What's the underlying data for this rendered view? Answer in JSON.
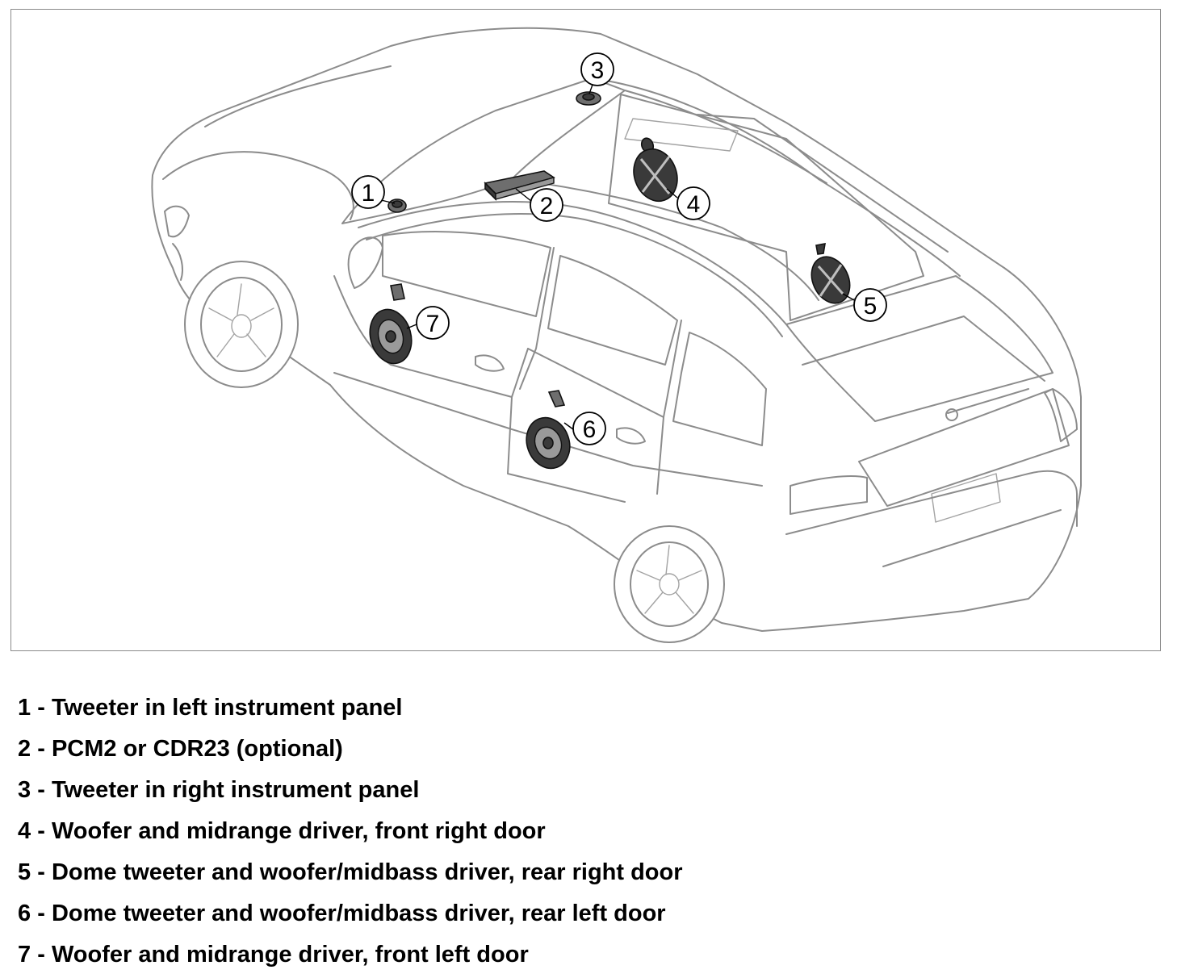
{
  "figure": {
    "callouts": [
      {
        "number": "1",
        "part": "tweeter-left-instrument-panel"
      },
      {
        "number": "2",
        "part": "pcm2-cdr23-unit"
      },
      {
        "number": "3",
        "part": "tweeter-right-instrument-panel"
      },
      {
        "number": "4",
        "part": "woofer-midrange-front-right-door"
      },
      {
        "number": "5",
        "part": "dome-tweeter-woofer-rear-right-door"
      },
      {
        "number": "6",
        "part": "dome-tweeter-woofer-rear-left-door"
      },
      {
        "number": "7",
        "part": "woofer-midrange-front-left-door"
      }
    ],
    "colors": {
      "outline": "#8c8c8c",
      "part_fill": "#3a3a3a",
      "callout_stroke": "#000000"
    }
  },
  "legend": {
    "separator": "-",
    "items": [
      {
        "number": "1",
        "text": "Tweeter in left instrument panel"
      },
      {
        "number": "2",
        "text": "PCM2 or CDR23 (optional)"
      },
      {
        "number": "3",
        "text": "Tweeter in right instrument panel"
      },
      {
        "number": "4",
        "text": "Woofer and midrange driver, front right door"
      },
      {
        "number": "5",
        "text": "Dome tweeter and woofer/midbass driver, rear right door"
      },
      {
        "number": "6",
        "text": "Dome tweeter and woofer/midbass driver, rear left door"
      },
      {
        "number": "7",
        "text": "Woofer and midrange driver, front left door"
      }
    ]
  }
}
